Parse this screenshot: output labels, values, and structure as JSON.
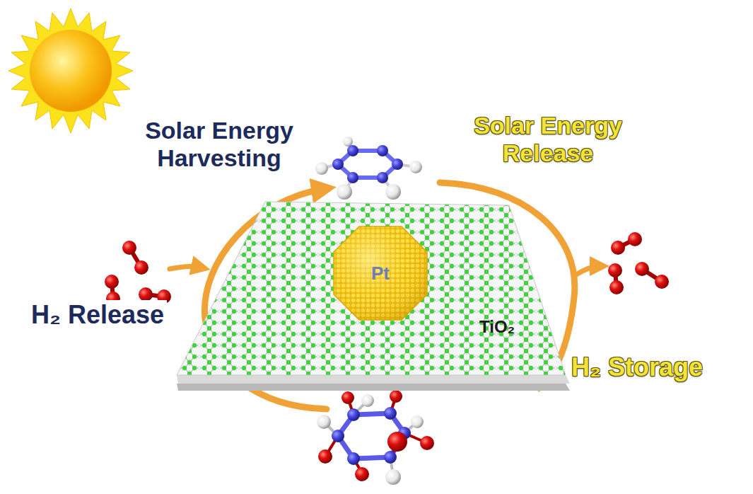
{
  "diagram": {
    "nodes": [
      {
        "text": [
          "TiO₂"
        ]
      },
      {
        "text": [
          "Pt"
        ],
        "in": 0
      }
    ],
    "labels": [
      "Solar Energy Harvesting",
      "Solar Energy Release",
      "H₂ Release",
      "H₂ Storage"
    ]
  }
}
